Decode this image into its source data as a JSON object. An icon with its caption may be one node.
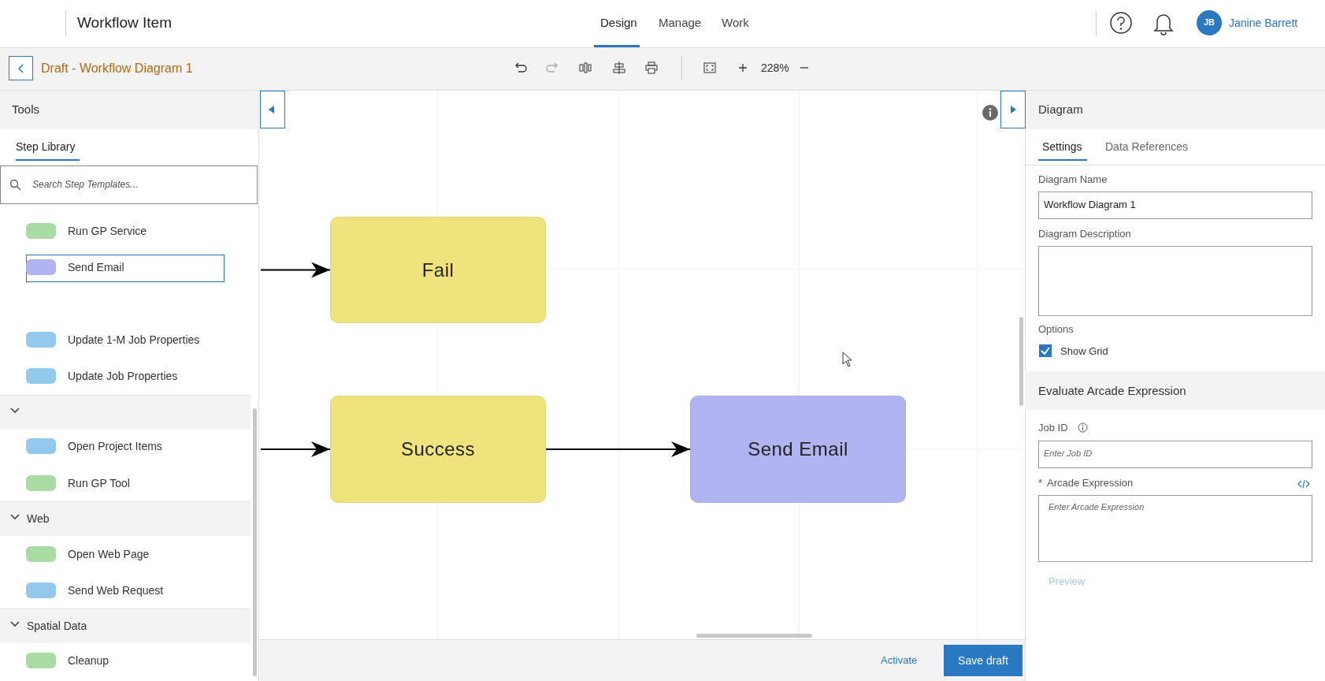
{
  "diagram": {
    "nodes": [
      {
        "text": [
          "Fail"
        ]
      },
      {
        "text": [
          "Success"
        ]
      },
      {
        "text": [
          "Send Email"
        ]
      }
    ],
    "edges": [
      {
        "from": null,
        "to": 0,
        "arrow": "to"
      },
      {
        "from": null,
        "to": 1,
        "arrow": "to"
      },
      {
        "from": 1,
        "to": 2,
        "arrow": "to"
      }
    ],
    "labels": [
      "Workflow Item",
      "Design",
      "Manage",
      "Work",
      "JB",
      "Janine Barrett",
      "Draft - Workflow Diagram 1",
      "228%",
      "Tools",
      "Step Library",
      "Search Step Templates...",
      "Web",
      "Spatial Data",
      "Diagram",
      "Settings",
      "Data References",
      "Diagram Name",
      "Workflow Diagram 1",
      "Diagram Description",
      "Options",
      "Show Grid",
      "Evaluate Arcade Expression",
      "Job ID",
      "Enter Job ID",
      "*",
      "Arcade Expression",
      "Enter Arcade Expression",
      "Preview",
      "Activate",
      "Save draft"
    ],
    "legend": [
      {
        "text": "Run GP Service",
        "color": "#a9dca3"
      },
      {
        "text": "Send Email",
        "color": "#b0b4f0"
      },
      {
        "text": "Update 1-M Job Properties",
        "color": "#92c9ec"
      },
      {
        "text": "Update Job Properties",
        "color": "#92c9ec"
      },
      {
        "text": "Open Project Items",
        "color": "#92c9ec"
      },
      {
        "text": "Run GP Tool",
        "color": "#a9dca3"
      },
      {
        "text": "Open Web Page",
        "color": "#a9dca3"
      },
      {
        "text": "Send Web Request",
        "color": "#92c9ec"
      },
      {
        "text": "Cleanup",
        "color": "#a9dca3"
      }
    ]
  }
}
